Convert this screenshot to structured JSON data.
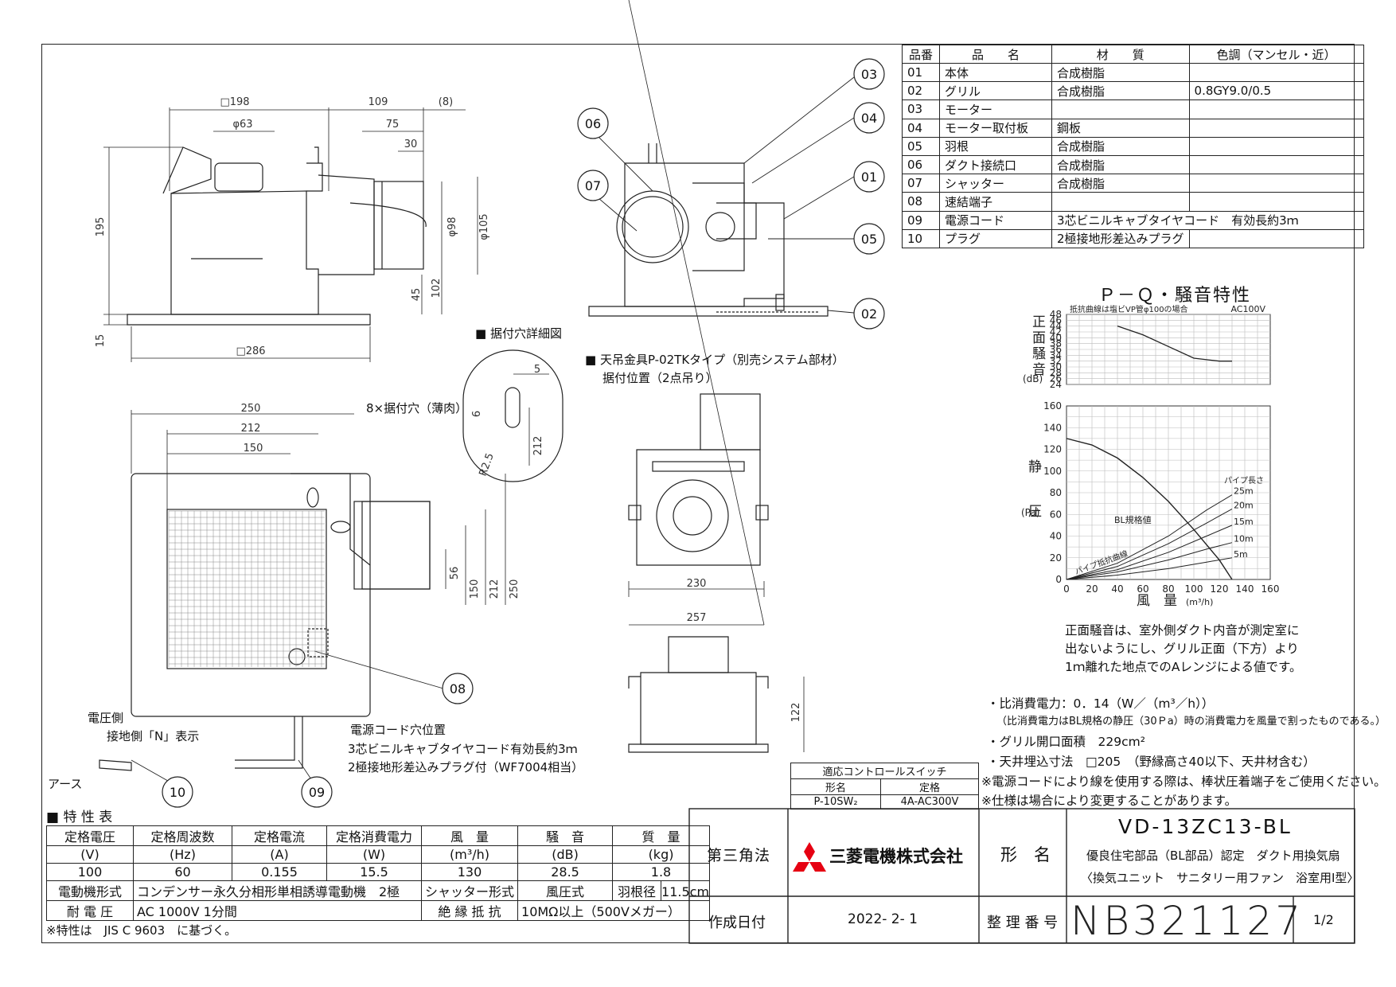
{
  "parts_table": {
    "headers": [
      "品番",
      "品　　名",
      "材　　質",
      "色調（マンセル・近）"
    ],
    "rows": [
      [
        "01",
        "本体",
        "合成樹脂",
        ""
      ],
      [
        "02",
        "グリル",
        "合成樹脂",
        "0.8GY9.0/0.5"
      ],
      [
        "03",
        "モーター",
        "",
        ""
      ],
      [
        "04",
        "モーター取付板",
        "鋼板",
        ""
      ],
      [
        "05",
        "羽根",
        "合成樹脂",
        ""
      ],
      [
        "06",
        "ダクト接続口",
        "合成樹脂",
        ""
      ],
      [
        "07",
        "シャッター",
        "合成樹脂",
        ""
      ],
      [
        "08",
        "速結端子",
        "",
        ""
      ],
      [
        "09",
        "電源コード",
        "3芯ビニルキャブタイヤコード　有効長約3ｍ",
        ""
      ],
      [
        "10",
        "プラグ",
        "2極接地形差込みプラグ",
        ""
      ]
    ]
  },
  "drawing": {
    "dims_top": [
      "□198",
      "109",
      "(8)",
      "φ63",
      "75",
      "30",
      "195",
      "φ98",
      "φ105",
      "45",
      "102",
      "15",
      "□286"
    ],
    "dims_plan": [
      "250",
      "212",
      "150",
      "8×据付穴（薄肉）",
      "56",
      "150",
      "212",
      "250"
    ],
    "detail_title": "■ 据付穴詳細図",
    "detail_dims": [
      "5",
      "6",
      "212",
      "R2.5"
    ],
    "hanger_title": "■ 天吊金具P-02TKタイプ（別売システム部材）",
    "hanger_sub": "据付位置（2点吊り）",
    "hanger_dims": [
      "230",
      "257",
      "122"
    ],
    "callouts": [
      "03",
      "04",
      "01",
      "05",
      "02",
      "06",
      "07",
      "08",
      "09",
      "10"
    ],
    "labels": {
      "voltage_side": "電圧側",
      "ground_side": "接地側「N」表示",
      "earth": "アース",
      "cord_hole": "電源コード穴位置",
      "cord_desc": "3芯ビニルキャブタイヤコード有効長約3ｍ",
      "plug_desc": "2極接地形差込みプラグ付（WF7004相当）"
    }
  },
  "noise_chart": {
    "title": "Ｐ－Ｑ・騒音特性",
    "legend_note": "抵抗曲線は塩ビVP管φ100の場合",
    "supply": "AC100V",
    "ylabel": [
      "正",
      "面",
      "騒",
      "音"
    ],
    "yunit": "(dB)",
    "yticks": [
      "48",
      "46",
      "44",
      "42",
      "40",
      "38",
      "36",
      "34",
      "32",
      "30",
      "28",
      "26",
      "24"
    ]
  },
  "chart_data": {
    "type": "line",
    "title": "Ｐ－Ｑ・騒音特性",
    "xlabel": "風　量",
    "xunit": "(m³/h)",
    "ylabel": "静圧",
    "yunit": "(Pa)",
    "xlim": [
      0,
      160
    ],
    "ylim": [
      0,
      160
    ],
    "xticks": [
      "0",
      "20",
      "40",
      "60",
      "80",
      "100",
      "120",
      "140",
      "160"
    ],
    "yticks": [
      "0",
      "20",
      "40",
      "60",
      "80",
      "100",
      "120",
      "140",
      "160"
    ],
    "series": [
      {
        "name": "静圧",
        "x": [
          0,
          20,
          40,
          60,
          80,
          100,
          120,
          130
        ],
        "y": [
          130,
          124,
          112,
          94,
          72,
          46,
          18,
          0
        ]
      },
      {
        "name": "5m",
        "x": [
          0,
          40,
          80,
          110,
          130
        ],
        "y": [
          0,
          4,
          10,
          16,
          20
        ]
      },
      {
        "name": "10m",
        "x": [
          0,
          40,
          80,
          110,
          130
        ],
        "y": [
          0,
          7,
          18,
          28,
          34
        ]
      },
      {
        "name": "15m",
        "x": [
          0,
          40,
          80,
          110,
          130
        ],
        "y": [
          0,
          9,
          25,
          40,
          50
        ]
      },
      {
        "name": "20m",
        "x": [
          0,
          40,
          80,
          110,
          130
        ],
        "y": [
          0,
          12,
          33,
          52,
          65
        ]
      },
      {
        "name": "25m",
        "x": [
          0,
          40,
          80,
          110,
          130
        ],
        "y": [
          0,
          15,
          40,
          64,
          78
        ]
      }
    ],
    "annotations": [
      "パイプ長さ",
      "BL規格値",
      "パイプ抵抗曲線"
    ],
    "noise": {
      "x": [
        40,
        60,
        80,
        100,
        120,
        130
      ],
      "y": [
        44,
        41,
        37,
        33,
        32,
        32
      ]
    }
  },
  "chart_notes": [
    "正面騒音は、室外側ダクト内音が測定室に",
    "出ないようにし、グリル正面（下方）より",
    "1ｍ離れた地点でのAレンジによる値です。"
  ],
  "notes": [
    "・比消費電力：0．14（W／（m³／h））",
    "（比消費電力はBL規格の静圧（30Ｐa）時の消費電力を風量で割ったものである。）",
    "・グリル開口面積　229cm²",
    "・天井埋込寸法　□205　（野縁高さ40以下、天井材含む）",
    "※電源コードにより線を使用する際は、棒状圧着端子をご使用ください。",
    "※仕様は場合により変更することがあります。"
  ],
  "control": {
    "title": "適応コントロールスイッチ",
    "headers": [
      "形名",
      "定格"
    ],
    "row": [
      "P-10SW₂",
      "4A-AC300V"
    ]
  },
  "spec": {
    "title": "■ 特 性 表",
    "headers": [
      "定格電圧",
      "定格周波数",
      "定格電流",
      "定格消費電力",
      "風　量",
      "騒　音",
      "質　量"
    ],
    "units": [
      "(V)",
      "(Hz)",
      "(A)",
      "(W)",
      "(m³/h)",
      "(dB)",
      "(kg)"
    ],
    "values": [
      "100",
      "60",
      "0.155",
      "15.5",
      "130",
      "28.5",
      "1.8"
    ],
    "motor_label": "電動機形式",
    "motor_value": "コンデンサー永久分相形単相誘導電動機　2極",
    "shutter_label": "シャッター形式",
    "shutter_value": "風圧式",
    "blade_label": "羽根径",
    "blade_value": "11.5cm",
    "withstand_label": "耐 電 圧",
    "withstand_value": "AC 1000V 1分間",
    "insulation_label": "絶 縁 抵 抗",
    "insulation_value": "10MΩ以上（500Vメガー）",
    "footnote": "※特性は　JIS C 9603　に基づく。"
  },
  "title_block": {
    "projection": "第三角法",
    "company": "三菱電機株式会社",
    "model_label": "形　名",
    "model": "VD-13ZC13-BL",
    "desc1": "優良住宅部品（BL部品）認定　ダクト用換気扇",
    "desc2": "〈換気ユニット　サニタリー用ファン　浴室用Ⅰ型〉",
    "date_label": "作成日付",
    "date": "2022- 2- 1",
    "number_label": "整 理 番 号",
    "number": "NB321127",
    "page": "1/2",
    "brand_color": "#e60012"
  }
}
